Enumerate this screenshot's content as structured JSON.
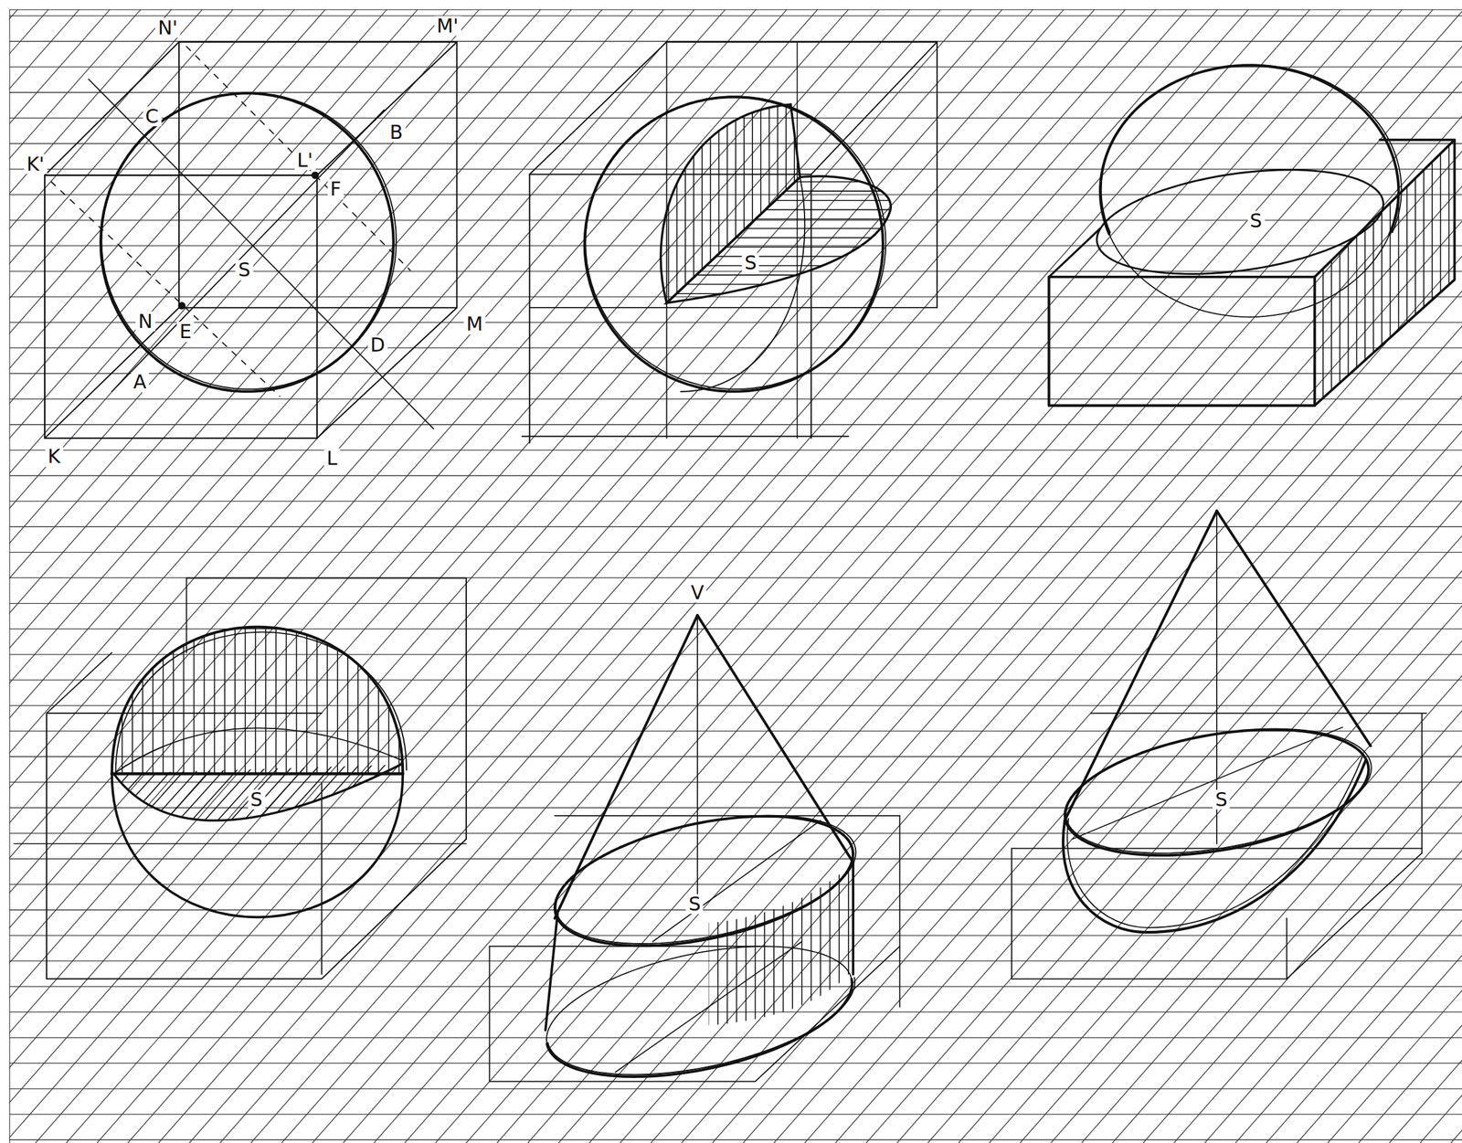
{
  "diagram": {
    "labels": [
      "N'",
      "M'",
      "C",
      "B",
      "K'",
      "L'",
      "F",
      "S",
      "N",
      "E",
      "M",
      "D",
      "A",
      "K",
      "L",
      "S",
      "S",
      "S",
      "V",
      "S",
      "S"
    ]
  }
}
